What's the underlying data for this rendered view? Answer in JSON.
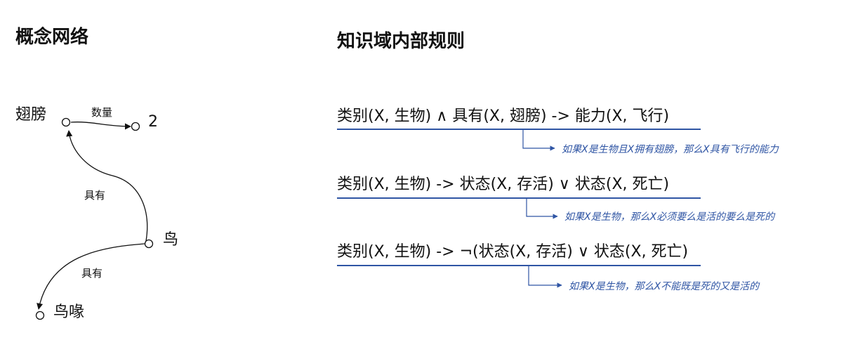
{
  "left_title": "概念网络",
  "right_title": "知识域内部规则",
  "network": {
    "nodes": {
      "wings": "翅膀",
      "two": "2",
      "bird": "鸟",
      "beak": "鸟喙"
    },
    "edges": {
      "wings_two": "数量",
      "bird_wings": "具有",
      "bird_beak": "具有"
    }
  },
  "rules": [
    {
      "formula": "类别(X, 生物) ∧ 具有(X,  翅膀) -> 能力(X, 飞行)",
      "note": "如果X是生物且X拥有翅膀，那么X具有飞行的能力"
    },
    {
      "formula": "类别(X, 生物) -> 状态(X,  存活) ∨ 状态(X, 死亡)",
      "note": "如果X是生物，那么X必须要么是活的要么是死的"
    },
    {
      "formula": "类别(X, 生物) -> ¬(状态(X,  存活) ∨ 状态(X, 死亡)",
      "note": "如果X是生物，那么X不能既是死的又是活的"
    }
  ],
  "colors": {
    "accent": "#2f55a4",
    "text": "#111111"
  }
}
